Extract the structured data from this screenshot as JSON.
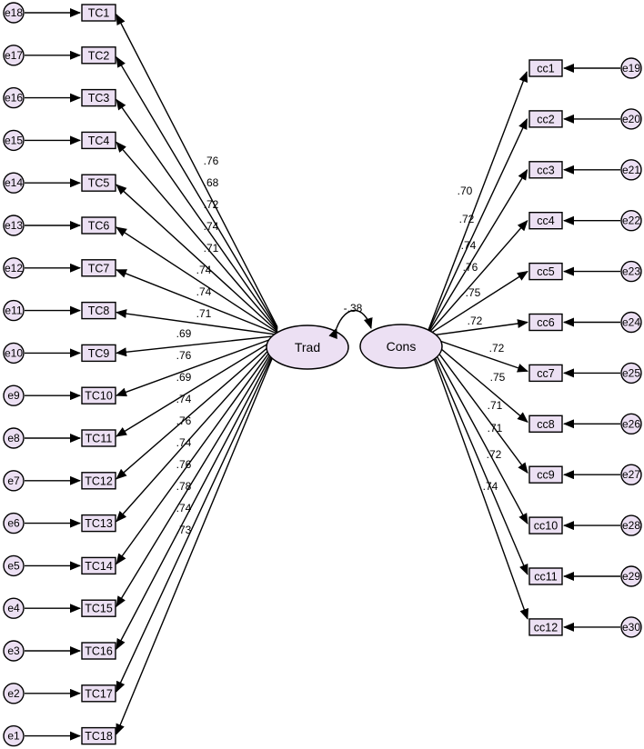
{
  "colors": {
    "fill": "#ece0f3",
    "stroke": "#000000",
    "background": "#ffffff"
  },
  "latents": {
    "trad": {
      "label": "Trad"
    },
    "cons": {
      "label": "Cons"
    }
  },
  "covariance": {
    "label": "-.38"
  },
  "trad_items": [
    {
      "indicator": "TC1",
      "error": "e18",
      "loading": ".76"
    },
    {
      "indicator": "TC2",
      "error": "e17",
      "loading": ".68"
    },
    {
      "indicator": "TC3",
      "error": "e16",
      "loading": ".72"
    },
    {
      "indicator": "TC4",
      "error": "e15",
      "loading": ".74"
    },
    {
      "indicator": "TC5",
      "error": "e14",
      "loading": ".71"
    },
    {
      "indicator": "TC6",
      "error": "e13",
      "loading": ".74"
    },
    {
      "indicator": "TC7",
      "error": "e12",
      "loading": ".74"
    },
    {
      "indicator": "TC8",
      "error": "e11",
      "loading": ".71"
    },
    {
      "indicator": "TC9",
      "error": "e10",
      "loading": ".69"
    },
    {
      "indicator": "TC10",
      "error": "e9",
      "loading": ".76"
    },
    {
      "indicator": "TC11",
      "error": "e8",
      "loading": ".69"
    },
    {
      "indicator": "TC12",
      "error": "e7",
      "loading": ".74"
    },
    {
      "indicator": "TC13",
      "error": "e6",
      "loading": ".76"
    },
    {
      "indicator": "TC14",
      "error": "e5",
      "loading": ".74"
    },
    {
      "indicator": "TC15",
      "error": "e4",
      "loading": ".76"
    },
    {
      "indicator": "TC16",
      "error": "e3",
      "loading": ".78"
    },
    {
      "indicator": "TC17",
      "error": "e2",
      "loading": ".74"
    },
    {
      "indicator": "TC18",
      "error": "e1",
      "loading": ".73"
    }
  ],
  "cons_items": [
    {
      "indicator": "cc1",
      "error": "e19",
      "loading": ".70"
    },
    {
      "indicator": "cc2",
      "error": "e20",
      "loading": ".72"
    },
    {
      "indicator": "cc3",
      "error": "e21",
      "loading": ".74"
    },
    {
      "indicator": "cc4",
      "error": "e22",
      "loading": ".76"
    },
    {
      "indicator": "cc5",
      "error": "e23",
      "loading": ".75"
    },
    {
      "indicator": "cc6",
      "error": "e24",
      "loading": ".72"
    },
    {
      "indicator": "cc7",
      "error": "e25",
      "loading": ".72"
    },
    {
      "indicator": "cc8",
      "error": "e26",
      "loading": ".75"
    },
    {
      "indicator": "cc9",
      "error": "e27",
      "loading": ".71"
    },
    {
      "indicator": "cc10",
      "error": "e28",
      "loading": ".71"
    },
    {
      "indicator": "cc11",
      "error": "e29",
      "loading": ".72"
    },
    {
      "indicator": "cc12",
      "error": "e30",
      "loading": ".74"
    }
  ]
}
